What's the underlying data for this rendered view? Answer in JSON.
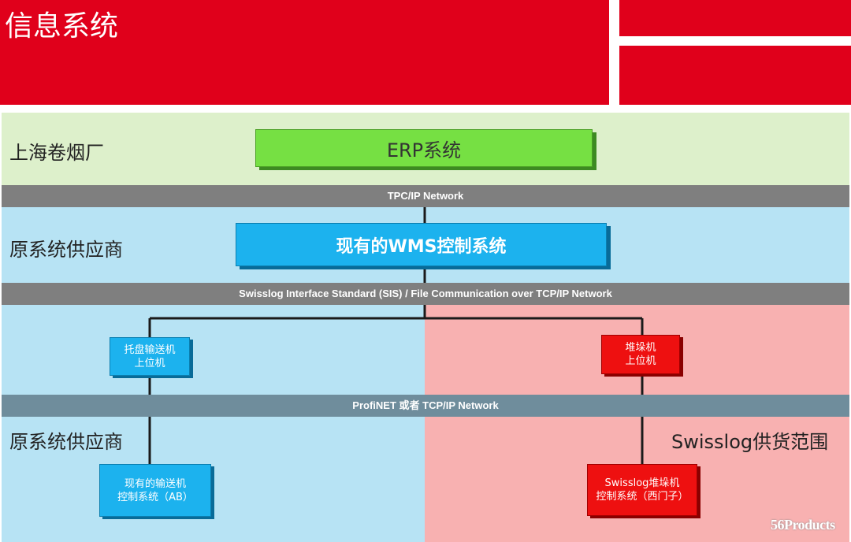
{
  "header": {
    "title": "信息系统",
    "accent_color": "#e0001b"
  },
  "zones": {
    "top_label": "上海卷烟厂",
    "middle_label": "原系统供应商",
    "bottom_left_label": "原系统供应商",
    "bottom_right_label": "Swisslog供货范围"
  },
  "networks": {
    "net1": "TPC/IP Network",
    "net2": "Swisslog Interface Standard (SIS) / File Communication over TCP/IP Network",
    "net3": "ProfiNET 或者 TCP/IP Network"
  },
  "boxes": {
    "erp": "ERP系统",
    "wms": "现有的WMS控制系统",
    "pallet_line1": "托盘输送机",
    "pallet_line2": "上位机",
    "stacker_line1": "堆垛机",
    "stacker_line2": "上位机",
    "conveyor_line1": "现有的输送机",
    "conveyor_line2": "控制系统（AB）",
    "swisslog_line1": "Swisslog堆垛机",
    "swisslog_line2": "控制系统（西门子）"
  },
  "watermark": "56Products"
}
